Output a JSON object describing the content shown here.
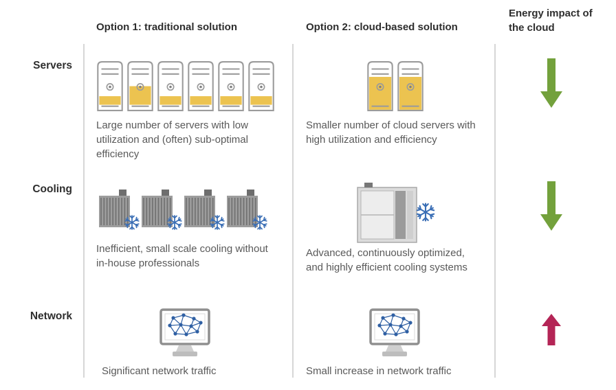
{
  "columns": {
    "option1_header": "Option 1: traditional solution",
    "option2_header": "Option 2: cloud-based solution",
    "impact_header": "Energy impact of the cloud"
  },
  "rows": [
    {
      "label": "Servers",
      "option1_caption": "Large number of servers with low utilization and (often) sub-optimal efficiency",
      "option2_caption": "Smaller number of cloud servers with high utilization and efficiency",
      "impact_direction": "down",
      "option1_icon_count": 6,
      "option2_icon_count": 2
    },
    {
      "label": "Cooling",
      "option1_caption": "Inefficient, small scale cooling without in-house professionals",
      "option2_caption": "Advanced, continuously optimized, and highly efficient cooling systems",
      "impact_direction": "down",
      "option1_icon_count": 4,
      "option2_icon_count": 1
    },
    {
      "label": "Network",
      "option1_caption": "Significant network traffic",
      "option2_caption": "Small increase in network traffic",
      "impact_direction": "up",
      "option1_icon_count": 1,
      "option2_icon_count": 1
    }
  ],
  "icons": {
    "server": "server-tower-icon",
    "cooling_unit": "cooling-unit-icon",
    "large_cooling_unit": "large-cooling-unit-icon",
    "snowflake": "snowflake-icon",
    "network_monitor": "network-monitor-icon",
    "down_arrow": "green-down-arrow-icon",
    "up_arrow": "red-up-arrow-icon"
  },
  "colors": {
    "server_yellow": "#ecc350",
    "arrow_green": "#73a13c",
    "arrow_red": "#b42556",
    "snowflake_blue": "#3a6eb5",
    "divider_gray": "#d6d6d6",
    "caption_text": "#595959",
    "heading_text": "#2e2e2e"
  }
}
